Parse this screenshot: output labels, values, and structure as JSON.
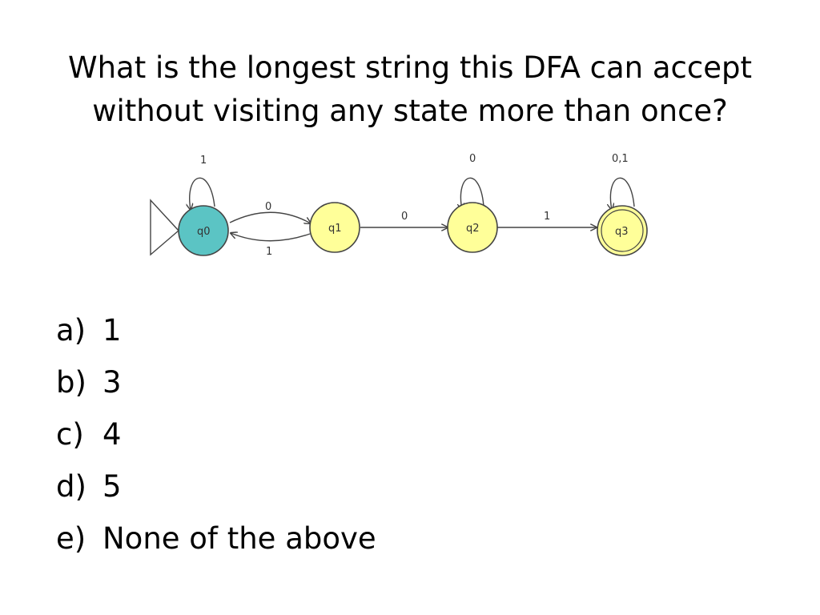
{
  "slide": {
    "title_line1": "What is the longest string this DFA can accept",
    "title_line2": "without visiting any state more than once?"
  },
  "dfa": {
    "states": [
      {
        "id": "q0",
        "label": "q0",
        "initial": true,
        "accepting": false,
        "color": "#5bc4c4"
      },
      {
        "id": "q1",
        "label": "q1",
        "initial": false,
        "accepting": false,
        "color": "#ffff99"
      },
      {
        "id": "q2",
        "label": "q2",
        "initial": false,
        "accepting": false,
        "color": "#ffff99"
      },
      {
        "id": "q3",
        "label": "q3",
        "initial": false,
        "accepting": true,
        "color": "#ffff99"
      }
    ],
    "transitions": [
      {
        "from": "q0",
        "to": "q0",
        "label": "1"
      },
      {
        "from": "q0",
        "to": "q1",
        "label": "0"
      },
      {
        "from": "q1",
        "to": "q0",
        "label": "1"
      },
      {
        "from": "q1",
        "to": "q2",
        "label": "0"
      },
      {
        "from": "q2",
        "to": "q2",
        "label": "0"
      },
      {
        "from": "q2",
        "to": "q3",
        "label": "1"
      },
      {
        "from": "q3",
        "to": "q3",
        "label": "0,1"
      }
    ]
  },
  "answers": [
    {
      "letter": "a)",
      "text": "1"
    },
    {
      "letter": "b)",
      "text": "3"
    },
    {
      "letter": "c)",
      "text": "4"
    },
    {
      "letter": "d)",
      "text": "5"
    },
    {
      "letter": "e)",
      "text": "None of the above"
    }
  ]
}
